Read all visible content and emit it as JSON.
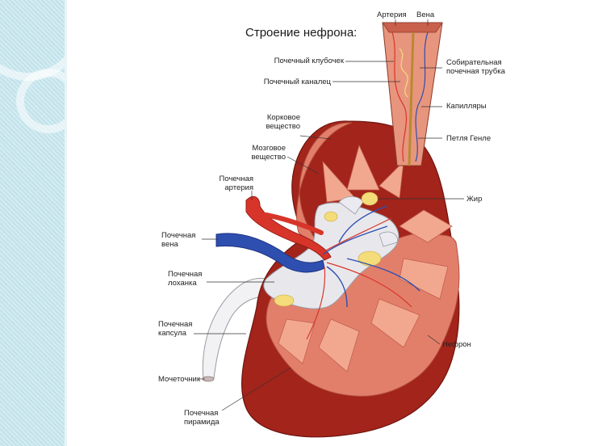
{
  "title": "Строение нефрона:",
  "labels": {
    "artery_top": "Артерия",
    "vein_top": "Вена",
    "glomerulus": "Почечный клубочек",
    "tubule": "Почечный каналец",
    "collecting_duct": "Собирательная\nпочечная трубка",
    "cortex": "Корковое\nвещество",
    "capillaries": "Капилляры",
    "loop_henle": "Петля Генле",
    "medulla": "Мозговое\nвещество",
    "renal_artery": "Почечная\nартерия",
    "fat": "Жир",
    "renal_vein": "Почечная\nвена",
    "pelvis": "Почечная\nлоханка",
    "capsule": "Почечная\nкапсула",
    "nephron": "Нефрон",
    "ureter": "Мочеточник",
    "pyramid": "Почечная\nпирамида"
  },
  "colors": {
    "kidney": "#a3241a",
    "kidney_dark": "#7d1610",
    "tissue": "#e27f6a",
    "tissue_light": "#f2a88f",
    "artery": "#d8352a",
    "vein": "#2f4fb0",
    "fat": "#f4dc7a",
    "pelvis": "#e8e8ec",
    "strip": "#cfe8ee"
  }
}
